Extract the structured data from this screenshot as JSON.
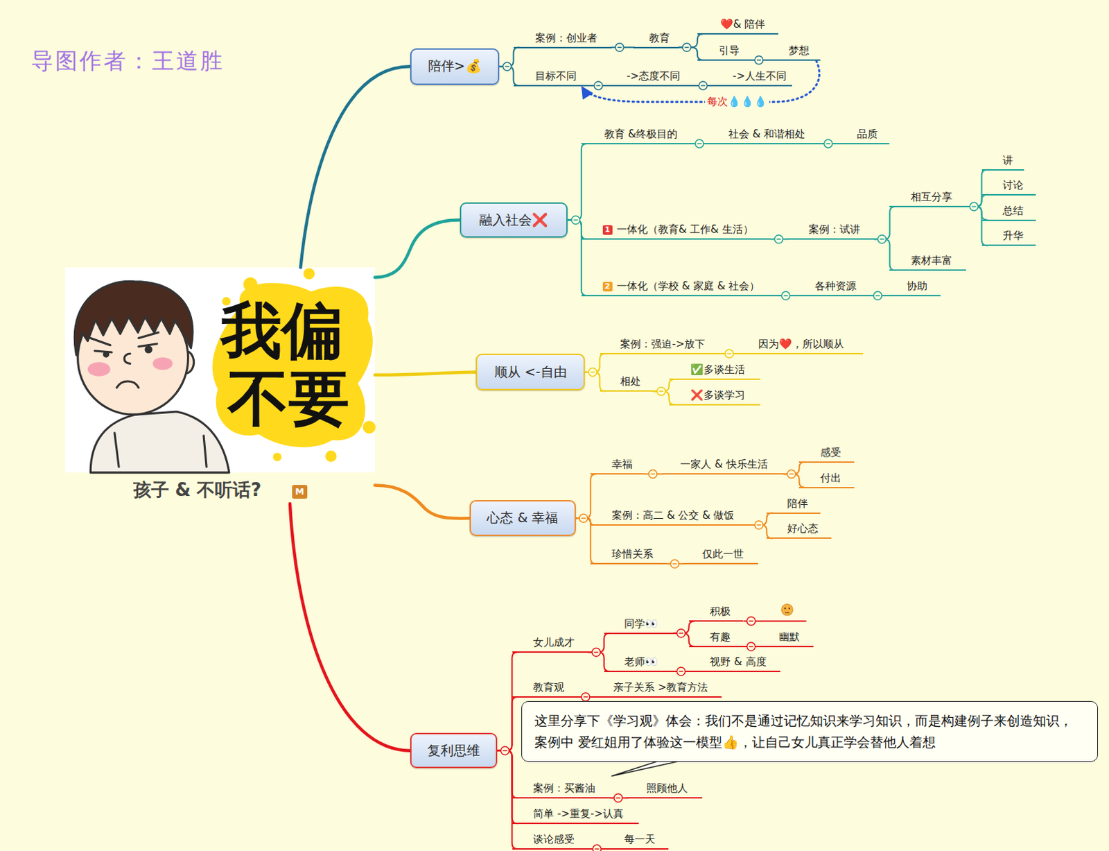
{
  "diagram": {
    "nodes": [
      {
        "text": [
          "孩子 & 不听话?"
        ]
      },
      {
        "text": [
          "陪伴>💰"
        ]
      },
      {
        "text": [
          "融入社会❌"
        ]
      },
      {
        "text": [
          "顺从 <-自由"
        ]
      },
      {
        "text": [
          "心态 & 幸福"
        ]
      },
      {
        "text": [
          "复利思维"
        ]
      },
      {
        "text": [
          "案例：创业者"
        ]
      },
      {
        "text": [
          "教育"
        ]
      },
      {
        "text": [
          "❤️& 陪伴"
        ]
      },
      {
        "text": [
          "引导"
        ]
      },
      {
        "text": [
          "梦想"
        ]
      },
      {
        "text": [
          "目标不同"
        ]
      },
      {
        "text": [
          "->态度不同"
        ]
      },
      {
        "text": [
          "->人生不同"
        ]
      },
      {
        "text": [
          "教育 &终极目的"
        ]
      },
      {
        "text": [
          "社会 & 和谐相处"
        ]
      },
      {
        "text": [
          "品质"
        ]
      },
      {
        "text": [
          "1",
          "一体化（教育& 工作& 生活）"
        ]
      },
      {
        "text": [
          "案例：试讲"
        ]
      },
      {
        "text": [
          "相互分享"
        ]
      },
      {
        "text": [
          "讲"
        ]
      },
      {
        "text": [
          "讨论"
        ]
      },
      {
        "text": [
          "总结"
        ]
      },
      {
        "text": [
          "升华"
        ]
      },
      {
        "text": [
          "素材丰富"
        ]
      },
      {
        "text": [
          "2",
          "一体化（学校 & 家庭 & 社会）"
        ]
      },
      {
        "text": [
          "各种资源"
        ]
      },
      {
        "text": [
          "协助"
        ]
      },
      {
        "text": [
          "案例：强迫->放下"
        ]
      },
      {
        "text": [
          "因为❤️，所以顺从"
        ]
      },
      {
        "text": [
          "相处"
        ]
      },
      {
        "text": [
          "✅多谈生活"
        ]
      },
      {
        "text": [
          "❌多谈学习"
        ]
      },
      {
        "text": [
          "幸福"
        ]
      },
      {
        "text": [
          "一家人 & 快乐生活"
        ]
      },
      {
        "text": [
          "感受"
        ]
      },
      {
        "text": [
          "付出"
        ]
      },
      {
        "text": [
          "案例：高二 & 公交 & 做饭"
        ]
      },
      {
        "text": [
          "陪伴"
        ]
      },
      {
        "text": [
          "好心态"
        ]
      },
      {
        "text": [
          "珍惜关系"
        ]
      },
      {
        "text": [
          "仅此一世"
        ]
      },
      {
        "text": [
          "女儿成才"
        ]
      },
      {
        "text": [
          "同学👀"
        ]
      },
      {
        "text": [
          "积极"
        ]
      },
      {
        "text": [
          "有趣"
        ]
      },
      {
        "text": [
          "幽默"
        ]
      },
      {
        "text": [
          "老师👀"
        ]
      },
      {
        "text": [
          "视野 & 高度"
        ]
      },
      {
        "text": [
          "教育观"
        ]
      },
      {
        "text": [
          "亲子关系 >教育方法"
        ]
      },
      {
        "text": [
          "这里分享下《学习观》体会：我们不是通过记忆知识来学习知识，而是构建例子来创造知识，案例中 爱红姐用了体验这一模型👍，让自己女儿真正学会替他人着想"
        ]
      },
      {
        "text": [
          "案例：买酱油"
        ]
      },
      {
        "text": [
          "照顾他人"
        ]
      },
      {
        "text": [
          "简单 ->重复->认真"
        ]
      },
      {
        "text": [
          "谈论感受"
        ]
      },
      {
        "text": [
          "每一天"
        ]
      }
    ],
    "edges": [
      {
        "from": 0,
        "to": 1,
        "arrow": "none"
      },
      {
        "from": 0,
        "to": 2,
        "arrow": "none"
      },
      {
        "from": 0,
        "to": 3,
        "arrow": "none"
      },
      {
        "from": 0,
        "to": 4,
        "arrow": "none"
      },
      {
        "from": 0,
        "to": 5,
        "arrow": "none"
      },
      {
        "from": 1,
        "to": 6,
        "arrow": "none"
      },
      {
        "from": 6,
        "to": 7,
        "arrow": "none"
      },
      {
        "from": 7,
        "to": 8,
        "arrow": "none"
      },
      {
        "from": 7,
        "to": 9,
        "arrow": "none"
      },
      {
        "from": 9,
        "to": 10,
        "arrow": "none"
      },
      {
        "from": 1,
        "to": 11,
        "arrow": "none"
      },
      {
        "from": 11,
        "to": 12,
        "arrow": "none"
      },
      {
        "from": 12,
        "to": 13,
        "arrow": "none"
      },
      {
        "from": 10,
        "to": 11,
        "label": "每次💧💧💧",
        "arrow": "to"
      },
      {
        "from": 2,
        "to": 14,
        "arrow": "none"
      },
      {
        "from": 14,
        "to": 15,
        "arrow": "none"
      },
      {
        "from": 15,
        "to": 16,
        "arrow": "none"
      },
      {
        "from": 2,
        "to": 17,
        "arrow": "none"
      },
      {
        "from": 17,
        "to": 18,
        "arrow": "none"
      },
      {
        "from": 18,
        "to": 19,
        "arrow": "none"
      },
      {
        "from": 19,
        "to": 20,
        "arrow": "none"
      },
      {
        "from": 19,
        "to": 21,
        "arrow": "none"
      },
      {
        "from": 19,
        "to": 22,
        "arrow": "none"
      },
      {
        "from": 19,
        "to": 23,
        "arrow": "none"
      },
      {
        "from": 18,
        "to": 24,
        "arrow": "none"
      },
      {
        "from": 2,
        "to": 25,
        "arrow": "none"
      },
      {
        "from": 25,
        "to": 26,
        "arrow": "none"
      },
      {
        "from": 26,
        "to": 27,
        "arrow": "none"
      },
      {
        "from": 3,
        "to": 28,
        "arrow": "none"
      },
      {
        "from": 28,
        "to": 29,
        "arrow": "none"
      },
      {
        "from": 3,
        "to": 30,
        "arrow": "none"
      },
      {
        "from": 30,
        "to": 31,
        "arrow": "none"
      },
      {
        "from": 30,
        "to": 32,
        "arrow": "none"
      },
      {
        "from": 4,
        "to": 33,
        "arrow": "none"
      },
      {
        "from": 33,
        "to": 34,
        "arrow": "none"
      },
      {
        "from": 34,
        "to": 35,
        "arrow": "none"
      },
      {
        "from": 34,
        "to": 36,
        "arrow": "none"
      },
      {
        "from": 4,
        "to": 37,
        "arrow": "none"
      },
      {
        "from": 37,
        "to": 38,
        "arrow": "none"
      },
      {
        "from": 37,
        "to": 39,
        "arrow": "none"
      },
      {
        "from": 4,
        "to": 40,
        "arrow": "none"
      },
      {
        "from": 40,
        "to": 41,
        "arrow": "none"
      },
      {
        "from": 5,
        "to": 42,
        "arrow": "none"
      },
      {
        "from": 42,
        "to": 43,
        "arrow": "none"
      },
      {
        "from": 43,
        "to": 44,
        "arrow": "none"
      },
      {
        "from": 43,
        "to": 45,
        "arrow": "none"
      },
      {
        "from": 45,
        "to": 46,
        "arrow": "none"
      },
      {
        "from": 42,
        "to": 47,
        "arrow": "none"
      },
      {
        "from": 47,
        "to": 48,
        "arrow": "none"
      },
      {
        "from": 5,
        "to": 49,
        "arrow": "none"
      },
      {
        "from": 49,
        "to": 50,
        "arrow": "none"
      },
      {
        "from": 5,
        "to": 52,
        "arrow": "none"
      },
      {
        "from": 52,
        "to": 53,
        "arrow": "none"
      },
      {
        "from": 5,
        "to": 54,
        "arrow": "none"
      },
      {
        "from": 5,
        "to": 55,
        "arrow": "none"
      },
      {
        "from": 55,
        "to": 56,
        "arrow": "none"
      }
    ],
    "labels": [
      "导图作者：王道胜",
      "我偏",
      "不要",
      "M"
    ]
  }
}
